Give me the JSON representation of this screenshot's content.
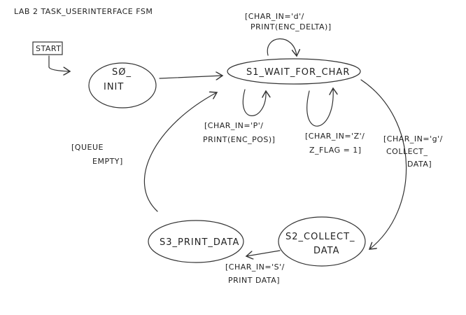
{
  "title": "LAB 2 TASK_USERINTERFACE FSM",
  "start_label": "START",
  "states": {
    "s0": [
      "SØ_",
      "INIT"
    ],
    "s1": [
      "S1_WAIT_FOR_CHAR"
    ],
    "s2": [
      "S2_COLLECT_",
      "DATA"
    ],
    "s3": [
      "S3_PRINT_DATA"
    ]
  },
  "transitions": {
    "d_loop": [
      "[CHAR_IN='d'/",
      "PRINT(ENC_DELTA)]"
    ],
    "p_loop": [
      "[CHAR_IN='P'/",
      "PRINT(ENC_POS)]"
    ],
    "z_loop": [
      "[CHAR_IN='Z'/",
      "Z_FLAG = 1]"
    ],
    "g_to_s2": [
      "[CHAR_IN='g'/",
      "COLLECT_",
      "DATA]"
    ],
    "s_to_s3": [
      "[CHAR_IN='S'/",
      "PRINT DATA]"
    ],
    "queue_empty": [
      "[QUEUE",
      "EMPTY]"
    ]
  }
}
